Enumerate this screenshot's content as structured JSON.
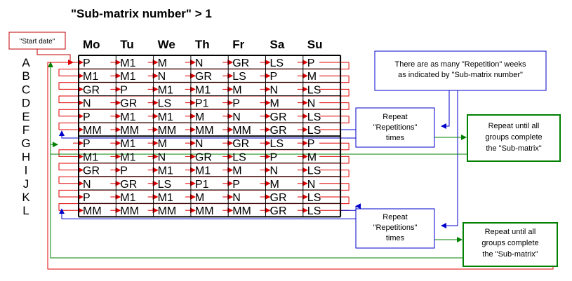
{
  "title": "\"Sub-matrix number\"  > 1",
  "start_date_label": "\"Start date\"",
  "days": [
    "Mo",
    "Tu",
    "We",
    "Th",
    "Fr",
    "Sa",
    "Su"
  ],
  "row_labels": [
    "A",
    "B",
    "C",
    "D",
    "E",
    "F",
    "G",
    "H",
    "I",
    "J",
    "K",
    "L"
  ],
  "grid": [
    [
      "P",
      "M1",
      "M",
      "N",
      "GR",
      "LS",
      "P"
    ],
    [
      "M1",
      "M1",
      "N",
      "GR",
      "LS",
      "P",
      "M"
    ],
    [
      "GR",
      "P",
      "M1",
      "M1",
      "M",
      "N",
      "LS"
    ],
    [
      "N",
      "GR",
      "LS",
      "P1",
      "P",
      "M",
      "N"
    ],
    [
      "P",
      "M1",
      "M1",
      "M",
      "N",
      "GR",
      "LS"
    ],
    [
      "MM",
      "MM",
      "MM",
      "MM",
      "MM",
      "GR",
      "LS"
    ],
    [
      "P",
      "M1",
      "M",
      "N",
      "GR",
      "LS",
      "P"
    ],
    [
      "M1",
      "M1",
      "N",
      "GR",
      "LS",
      "P",
      "M"
    ],
    [
      "GR",
      "P",
      "M1",
      "M1",
      "M",
      "N",
      "LS"
    ],
    [
      "N",
      "GR",
      "LS",
      "P1",
      "P",
      "M",
      "N"
    ],
    [
      "P",
      "M1",
      "M1",
      "M",
      "N",
      "GR",
      "LS"
    ],
    [
      "MM",
      "MM",
      "MM",
      "MM",
      "MM",
      "GR",
      "LS"
    ]
  ],
  "repetition_note": [
    "There are as many \"Repetition\" weeks",
    "as indicated by \"Sub-matrix number\""
  ],
  "repeat_box": [
    "Repeat",
    "\"Repetitions\"",
    "times"
  ],
  "until_box": [
    "Repeat until all",
    "groups complete",
    "the \"Sub-matrix\""
  ],
  "colors": {
    "red": "#e00000",
    "blue": "#0000cc",
    "green": "#008000",
    "box_red": "#c00000",
    "black": "#000000"
  }
}
